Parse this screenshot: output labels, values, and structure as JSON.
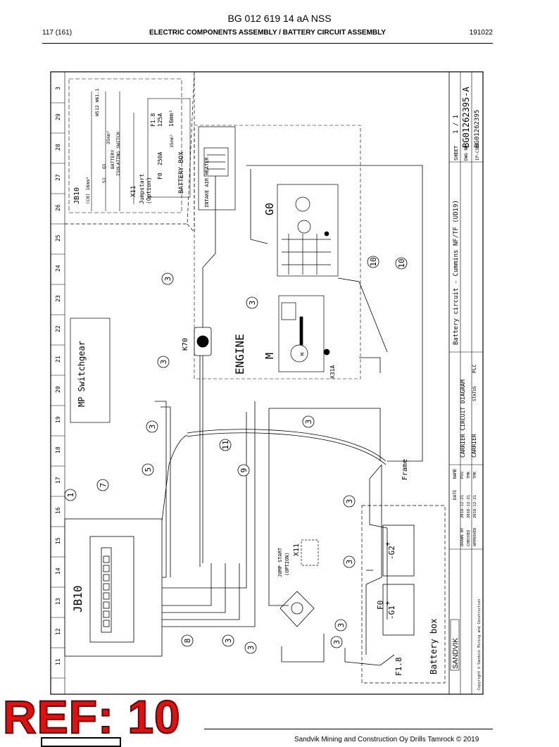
{
  "header": {
    "doc_number": "BG 012 619 14 aA NSS",
    "page": "117 (161)",
    "section": "ELECTRIC COMPONENTS ASSEMBLY / BATTERY CIRCUIT ASSEMBLY",
    "date": "191022"
  },
  "diagram": {
    "column_numbers": [
      "3",
      "29",
      "28",
      "27",
      "26",
      "25",
      "24",
      "23",
      "22",
      "21",
      "20",
      "19",
      "18",
      "17",
      "16",
      "15",
      "14",
      "13",
      "12",
      "11"
    ],
    "jb10_box": {
      "label": "JB10",
      "inner": [
        "(C0) 16mm²",
        "S1",
        "Q1",
        "BATTERY",
        "ISOLATING SWITCH",
        "35mm²",
        "X11",
        "Jumpstart",
        "(Option)",
        "W512 W61.1",
        "35mm²"
      ]
    },
    "battery_box_top": {
      "label": "BATTERY BOX",
      "items": [
        "F0",
        "250A",
        "F1.8",
        "125A",
        "35mm²",
        "16mm²"
      ]
    },
    "intake_air_heater": "INTAKE AIR HEATER",
    "g0": "G0",
    "engine": "ENGINE",
    "motor": "M",
    "motor_inner": "M",
    "x31a": "X31A",
    "k70": "K70",
    "mp_switchgear": "MP Switchgear",
    "jb10_main": "JB10",
    "frame": "Frame",
    "jump_start": [
      "JUMP START",
      "(OPTION)",
      "X11"
    ],
    "battery_box": "Battery box",
    "g1": "-G1",
    "g2": "-G2",
    "f0": "F0",
    "f18": "F1.8",
    "plus": "+",
    "callouts": [
      "1",
      "3",
      "3",
      "3",
      "3",
      "3",
      "3",
      "3",
      "3",
      "3",
      "3",
      "3",
      "3",
      "5",
      "7",
      "8",
      "9",
      "10",
      "10",
      "11"
    ],
    "title_block": {
      "sheet_label": "SHEET",
      "sheet": "1 / 1",
      "dwg_label": "DWG NR",
      "dwg_no": "BG01262395-A",
      "ip_label": "IP-CODE",
      "ip_code": "BG01262395",
      "title": "Battery circuit - Cummins NF/TF (UD19)",
      "diagram_title": "CARRIER CIRCUIT DIAGRAM",
      "carrier": "CARRIER",
      "status_label": "STATUS",
      "status": "PLC",
      "date_label": "DATE",
      "name_label": "NAME",
      "rows": [
        {
          "role": "DRAWN BY",
          "date": "2018-12-21",
          "name": "PVU"
        },
        {
          "role": "CHECKED",
          "date": "2018-12-21",
          "name": "TMR"
        },
        {
          "role": "APPROVED",
          "date": "2018-12-21",
          "name": "TMR"
        }
      ],
      "brand": "SANDVIK",
      "copyright": "Copyright © Sandvik Mining and Construction"
    }
  },
  "overlay_ref": "REF: 10",
  "footer": "Sandvik Mining and Construction Oy Drills Tamrock © 2019"
}
